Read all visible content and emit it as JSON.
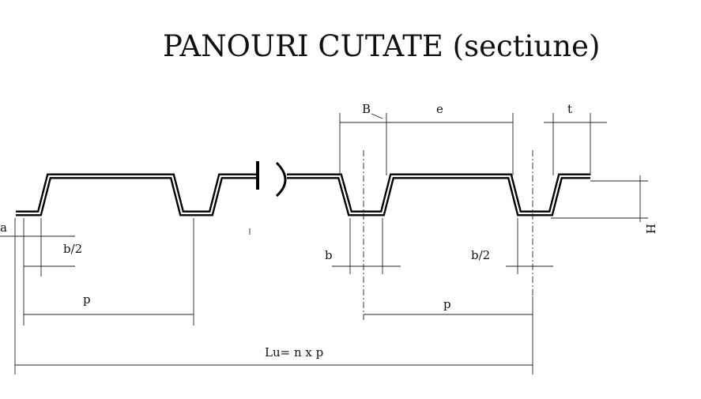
{
  "title": "PANOURI CUTATE (sectiune)",
  "labels": {
    "a": "a",
    "b_half_left": "b/2",
    "p_left": "p",
    "B": "B",
    "e": "e",
    "t": "t",
    "b": "b",
    "b_half_right": "b/2",
    "p_right": "p",
    "H": "H",
    "Lu": "Lu= n x p"
  }
}
